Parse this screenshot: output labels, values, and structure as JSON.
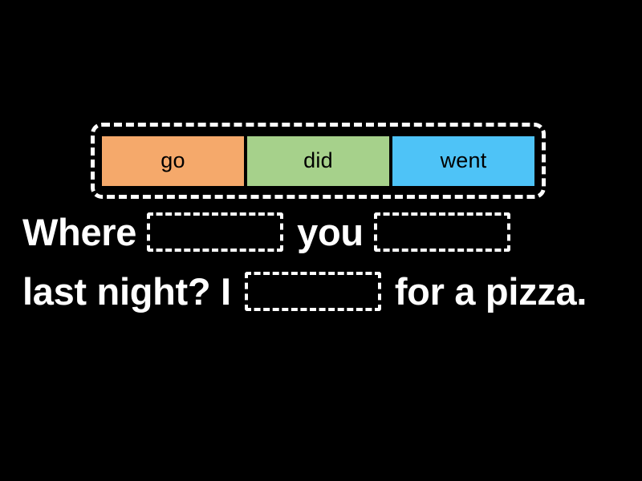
{
  "activity": {
    "type": "fill-in-the-blank-drag-and-drop",
    "background_color": "#000000",
    "text_color": "#ffffff"
  },
  "word_bank": {
    "border_style": "dashed",
    "border_color": "#ffffff",
    "tiles": [
      {
        "label": "go",
        "color": "#f5a96b"
      },
      {
        "label": "did",
        "color": "#a6d18b"
      },
      {
        "label": "went",
        "color": "#4ec3f7"
      }
    ]
  },
  "sentence": {
    "lines": [
      {
        "parts": [
          {
            "kind": "text",
            "value": "Where"
          },
          {
            "kind": "blank",
            "value": ""
          },
          {
            "kind": "text",
            "value": "you"
          },
          {
            "kind": "blank",
            "value": ""
          }
        ]
      },
      {
        "parts": [
          {
            "kind": "text",
            "value": "last night? I"
          },
          {
            "kind": "blank",
            "value": ""
          },
          {
            "kind": "text",
            "value": "for a pizza."
          }
        ]
      }
    ]
  }
}
